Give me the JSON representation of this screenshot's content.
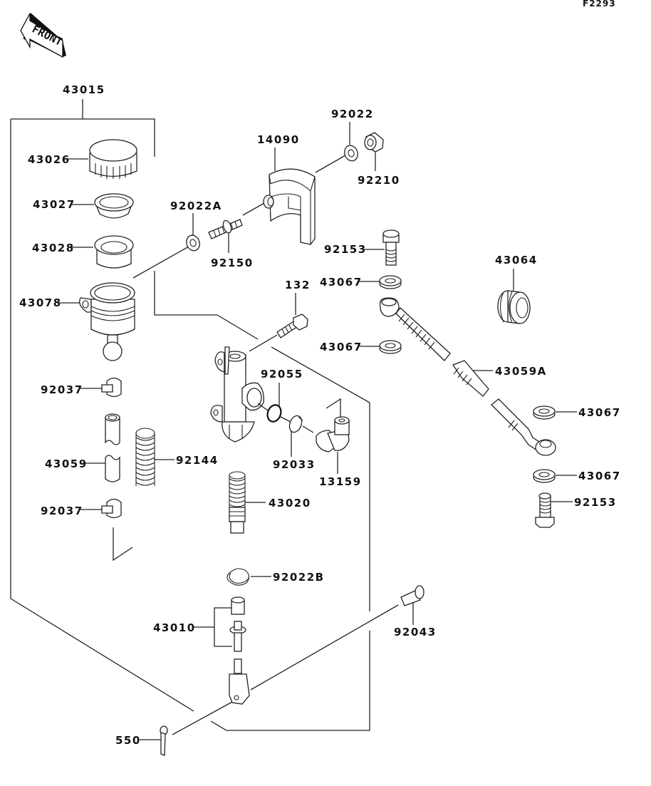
{
  "diagram": {
    "reference_code": "F2293",
    "front_indicator": "FRONT",
    "assembly_label": "43015",
    "parts": [
      {
        "id": "43026",
        "name": "reservoir cap"
      },
      {
        "id": "43027",
        "name": "diaphragm plate"
      },
      {
        "id": "43028",
        "name": "diaphragm"
      },
      {
        "id": "43078",
        "name": "reservoir"
      },
      {
        "id": "92037",
        "name": "hose clamp upper"
      },
      {
        "id": "43059",
        "name": "reservoir hose"
      },
      {
        "id": "92144",
        "name": "hose spring"
      },
      {
        "id": "92037",
        "name": "hose clamp lower"
      },
      {
        "id": "14090",
        "name": "cover"
      },
      {
        "id": "92022",
        "name": "washer"
      },
      {
        "id": "92210",
        "name": "nut"
      },
      {
        "id": "92022A",
        "name": "washer A"
      },
      {
        "id": "92150",
        "name": "stud bolt"
      },
      {
        "id": "92153",
        "name": "banjo bolt upper"
      },
      {
        "id": "43067",
        "name": "gasket 1"
      },
      {
        "id": "43067",
        "name": "gasket 2"
      },
      {
        "id": "43064",
        "name": "grommet"
      },
      {
        "id": "43059A",
        "name": "brake hose"
      },
      {
        "id": "43067",
        "name": "gasket 3"
      },
      {
        "id": "43067",
        "name": "gasket 4"
      },
      {
        "id": "92153",
        "name": "banjo bolt lower"
      },
      {
        "id": "132",
        "name": "flange bolt"
      },
      {
        "id": "92055",
        "name": "o-ring"
      },
      {
        "id": "92033",
        "name": "circlip"
      },
      {
        "id": "13159",
        "name": "elbow fitting"
      },
      {
        "id": "43020",
        "name": "piston spring"
      },
      {
        "id": "92022B",
        "name": "snap ring"
      },
      {
        "id": "43010",
        "name": "piston assembly"
      },
      {
        "id": "92043",
        "name": "pin"
      },
      {
        "id": "550",
        "name": "cotter pin"
      }
    ]
  }
}
